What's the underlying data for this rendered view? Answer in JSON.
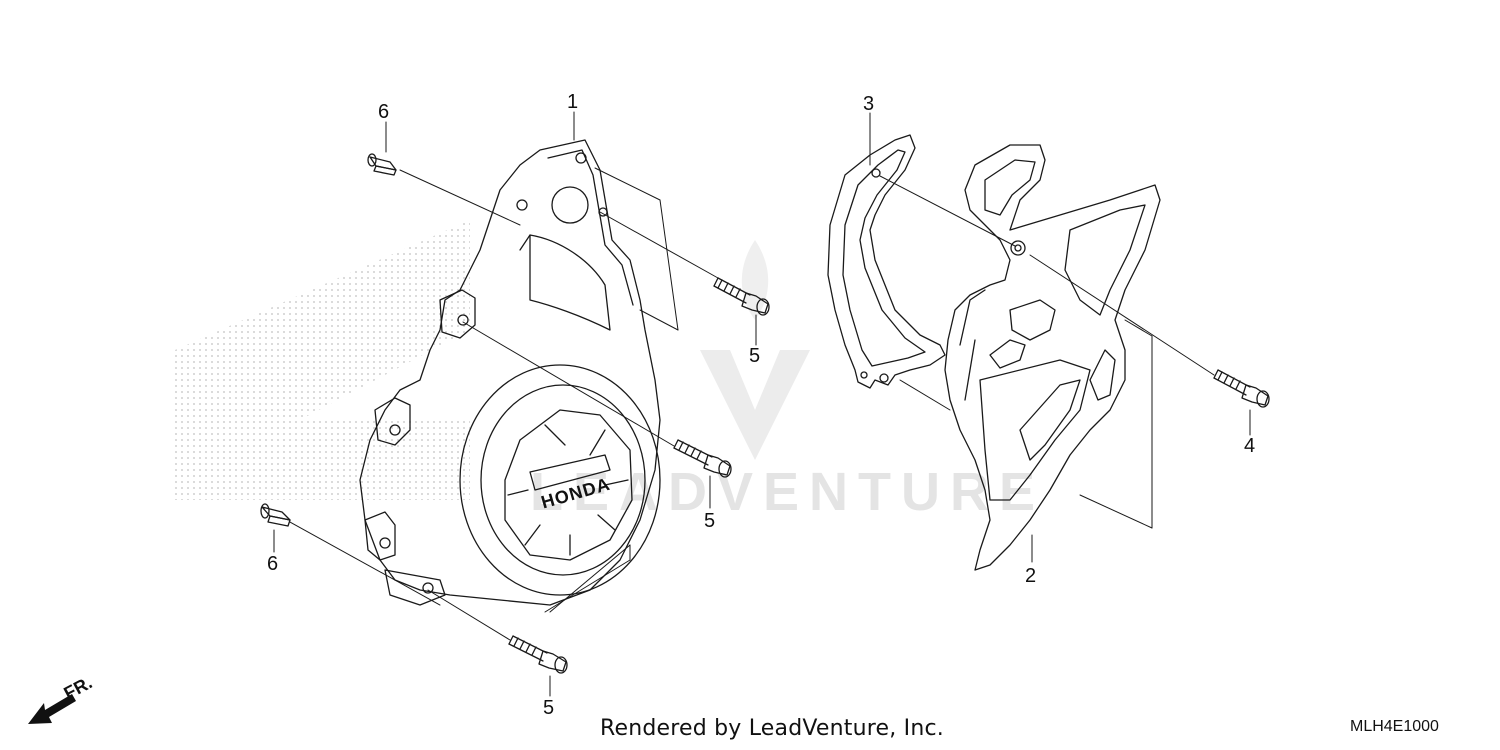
{
  "diagram": {
    "callouts": [
      {
        "ref": "cover",
        "label": "1"
      },
      {
        "ref": "guard",
        "label": "2"
      },
      {
        "ref": "gasket",
        "label": "3"
      },
      {
        "ref": "bolt-right",
        "label": "4"
      },
      {
        "ref": "bolt-top",
        "label": "5"
      },
      {
        "ref": "bolt-middle",
        "label": "5"
      },
      {
        "ref": "bolt-bottom",
        "label": "5"
      },
      {
        "ref": "dowel-top",
        "label": "6"
      },
      {
        "ref": "dowel-bottom",
        "label": "6"
      }
    ],
    "cover_brand": "HONDA",
    "direction_label": "FR.",
    "watermark": "LEADVENTURE",
    "credit": "Rendered by LeadVenture, Inc.",
    "diagram_id": "MLH4E1000"
  },
  "colors": {
    "line": "#1a1a1a",
    "watermark": "#e4e4e4",
    "background": "#ffffff"
  }
}
